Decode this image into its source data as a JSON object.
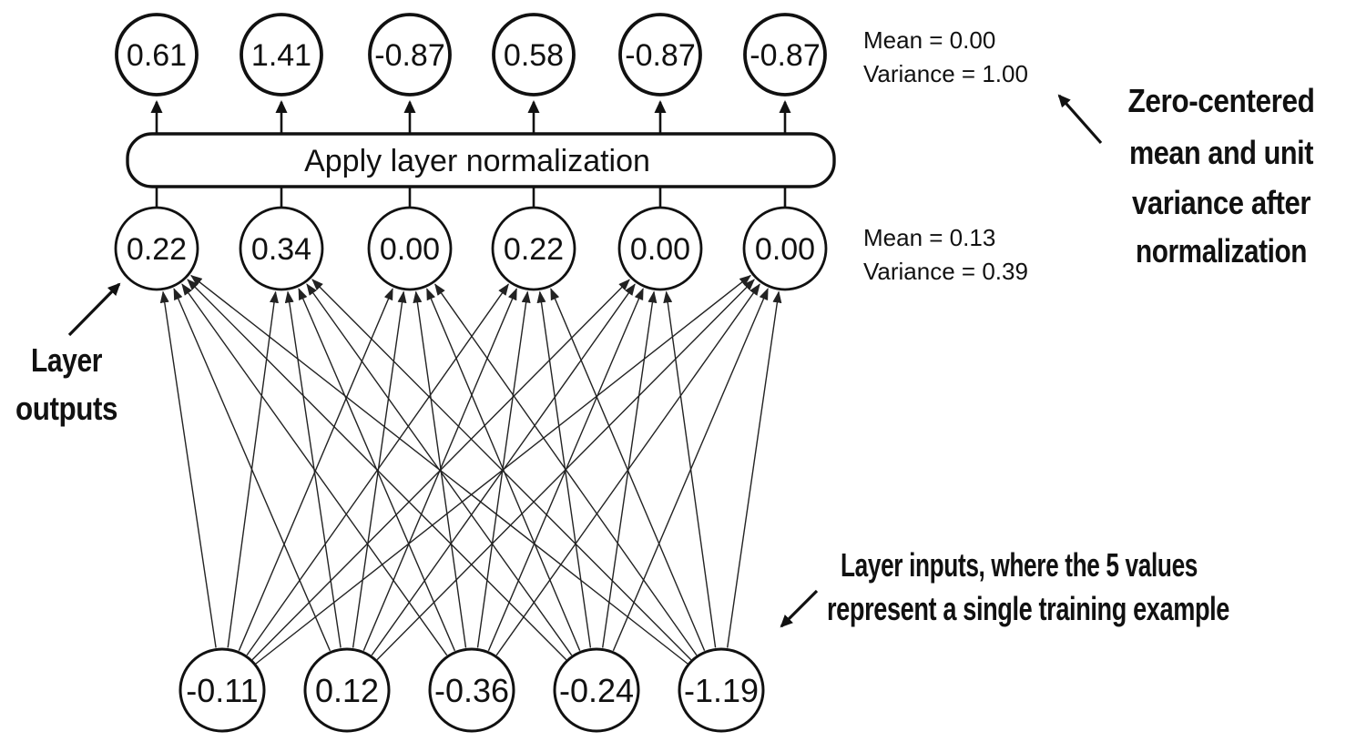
{
  "diagram": {
    "normalization_box_label": "Apply layer normalization",
    "normalized_outputs": {
      "values": [
        "0.61",
        "1.41",
        "-0.87",
        "0.58",
        "-0.87",
        "-0.87"
      ],
      "mean": "Mean = 0.00",
      "variance": "Variance = 1.00"
    },
    "layer_outputs": {
      "values": [
        "0.22",
        "0.34",
        "0.00",
        "0.22",
        "0.00",
        "0.00"
      ],
      "mean": "Mean = 0.13",
      "variance": "Variance = 0.39"
    },
    "layer_inputs": {
      "values": [
        "-0.11",
        "0.12",
        "-0.36",
        "-0.24",
        "-1.19"
      ]
    },
    "annotations": {
      "zero_centered": [
        "Zero-centered",
        "mean and unit",
        "variance after",
        "normalization"
      ],
      "outputs_label": [
        "Layer",
        "outputs"
      ],
      "inputs_note": [
        "Layer inputs, where the 5 values",
        "represent a single training example"
      ]
    },
    "colors": {
      "ink": "#111111",
      "background": "#ffffff"
    }
  }
}
